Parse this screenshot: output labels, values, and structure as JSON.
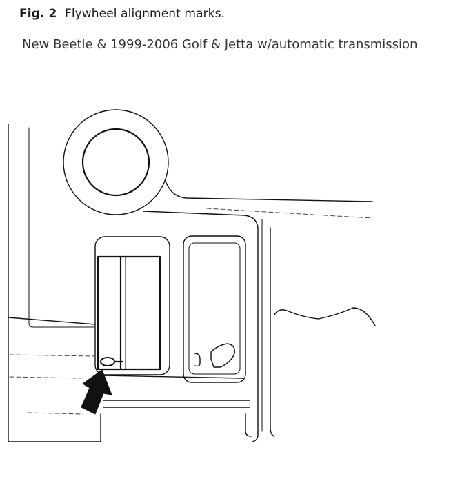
{
  "caption": {
    "figure_label": "Fig. 2",
    "title": "Flywheel alignment marks."
  },
  "subtitle": "New Beetle & 1999-2006 Golf & Jetta w/automatic transmission"
}
